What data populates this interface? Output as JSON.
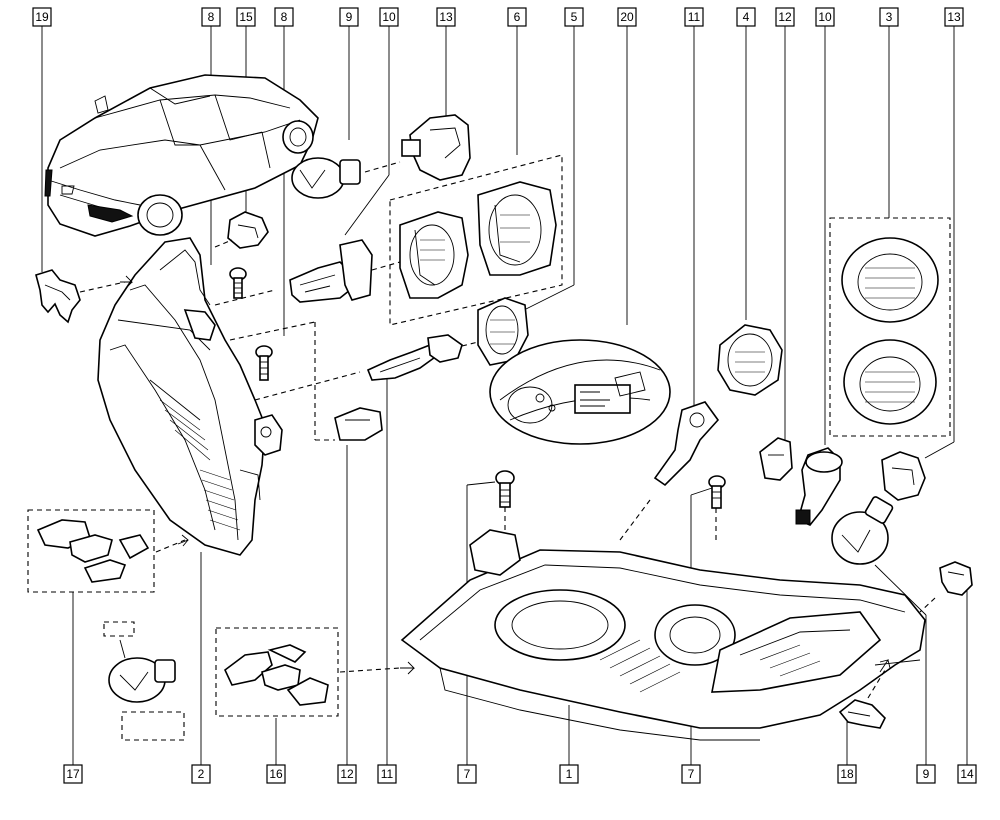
{
  "callouts_top": [
    {
      "id": "top-19",
      "label": "19"
    },
    {
      "id": "top-8a",
      "label": "8"
    },
    {
      "id": "top-15",
      "label": "15"
    },
    {
      "id": "top-8b",
      "label": "8"
    },
    {
      "id": "top-9",
      "label": "9"
    },
    {
      "id": "top-10a",
      "label": "10"
    },
    {
      "id": "top-13a",
      "label": "13"
    },
    {
      "id": "top-6",
      "label": "6"
    },
    {
      "id": "top-5",
      "label": "5"
    },
    {
      "id": "top-20",
      "label": "20"
    },
    {
      "id": "top-11",
      "label": "11"
    },
    {
      "id": "top-4",
      "label": "4"
    },
    {
      "id": "top-12",
      "label": "12"
    },
    {
      "id": "top-10b",
      "label": "10"
    },
    {
      "id": "top-3",
      "label": "3"
    },
    {
      "id": "top-13b",
      "label": "13"
    }
  ],
  "callouts_bottom": [
    {
      "id": "bot-17",
      "label": "17"
    },
    {
      "id": "bot-2",
      "label": "2"
    },
    {
      "id": "bot-16",
      "label": "16"
    },
    {
      "id": "bot-12",
      "label": "12"
    },
    {
      "id": "bot-11",
      "label": "11"
    },
    {
      "id": "bot-7a",
      "label": "7"
    },
    {
      "id": "bot-1",
      "label": "1"
    },
    {
      "id": "bot-7b",
      "label": "7"
    },
    {
      "id": "bot-18",
      "label": "18"
    },
    {
      "id": "bot-9",
      "label": "9"
    },
    {
      "id": "bot-14",
      "label": "14"
    }
  ]
}
